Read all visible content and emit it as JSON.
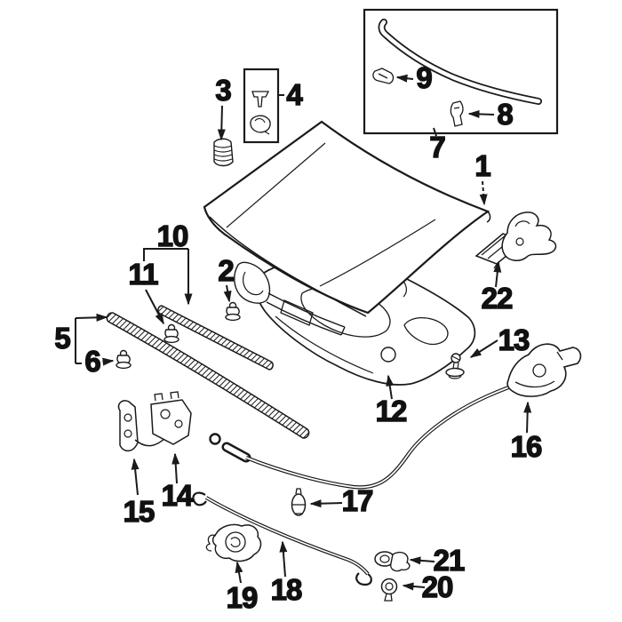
{
  "diagram": {
    "kind": "exploded-parts-diagram",
    "background_color": "#ffffff",
    "line_color": "#1a1a1a",
    "label_color": "#111111"
  },
  "parts": [
    {
      "label": "1"
    },
    {
      "label": "2"
    },
    {
      "label": "3"
    },
    {
      "label": "4"
    },
    {
      "label": "5"
    },
    {
      "label": "6"
    },
    {
      "label": "7"
    },
    {
      "label": "8"
    },
    {
      "label": "9"
    },
    {
      "label": "10"
    },
    {
      "label": "11"
    },
    {
      "label": "12"
    },
    {
      "label": "13"
    },
    {
      "label": "14"
    },
    {
      "label": "15"
    },
    {
      "label": "16"
    },
    {
      "label": "17"
    },
    {
      "label": "18"
    },
    {
      "label": "19"
    },
    {
      "label": "20"
    },
    {
      "label": "21"
    },
    {
      "label": "22"
    }
  ]
}
